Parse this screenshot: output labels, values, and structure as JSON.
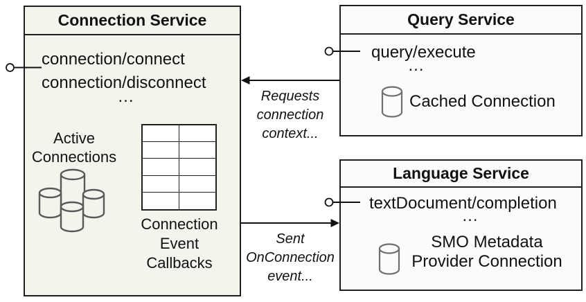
{
  "colors": {
    "background": "#ffffff",
    "connection_box_fill": "#f3f5ec",
    "service_box_fill": "#fbfbfb",
    "border": "#1f1f1f",
    "text": "#111111",
    "cluster_cylinder_stroke": "#595959",
    "cache_cylinder_stroke": "#6e6e6e"
  },
  "icons": {
    "interface_lollipop": "interface-lollipop",
    "database_cluster": "database-cylinder-cluster",
    "database": "database-cylinder",
    "callback_table": "empty-grid-table"
  },
  "connection_service": {
    "title": "Connection Service",
    "method_1": "connection/connect",
    "method_2": "connection/disconnect",
    "ellipsis": "...",
    "active_line_1": "Active",
    "active_line_2": "Connections",
    "callbacks_line_1": "Connection",
    "callbacks_line_2": "Event",
    "callbacks_line_3": "Callbacks"
  },
  "query_service": {
    "title": "Query Service",
    "method_1": "query/execute",
    "ellipsis": "...",
    "cache_label": "Cached Connection"
  },
  "language_service": {
    "title": "Language Service",
    "method_1": "textDocument/completion",
    "ellipsis": "...",
    "cache_line_1": "SMO Metadata",
    "cache_line_2": "Provider Connection"
  },
  "arrows": {
    "requests": {
      "line_1": "Requests",
      "line_2": "connection",
      "line_3": "context..."
    },
    "sent": {
      "line_1": "Sent",
      "line_2": "OnConnection",
      "line_3": "event..."
    }
  }
}
